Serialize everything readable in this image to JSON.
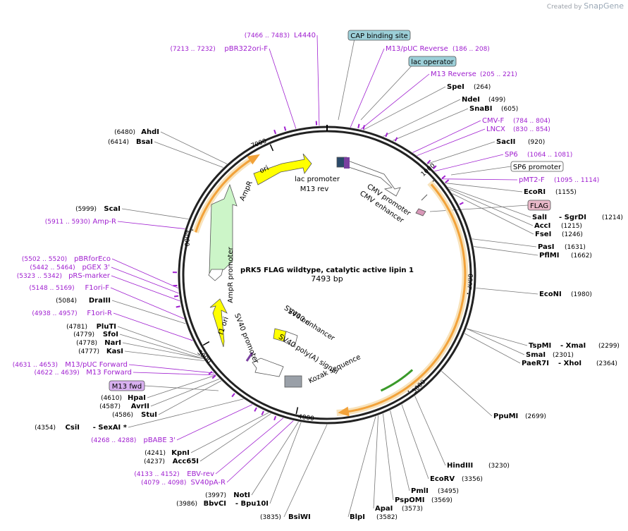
{
  "brand": {
    "prefix": "Created by",
    "name": "SnapGene"
  },
  "plasmid": {
    "name": "pRK5 FLAG wildtype, catalytic active lipin 1",
    "length_label": "7493 bp"
  },
  "ticks": [
    "1000",
    "2000",
    "3000",
    "4000",
    "5000",
    "6000",
    "7000"
  ],
  "boxed_features": [
    "CAP binding site",
    "lac operator",
    "SP6 promoter",
    "FLAG",
    "M13 fwd"
  ],
  "inner_features": [
    "lac promoter",
    "M13 rev",
    "CMV enhancer",
    "CMV promoter",
    "ori",
    "AmpR",
    "AmpR promoter",
    "f1 ori",
    "SV40 promoter",
    "SV40 ori",
    "SV40 enhancer",
    "SV40 poly(A) signal",
    "Kozak sequence"
  ],
  "right_labels": [
    {
      "range": "(186 .. 208)",
      "name": "M13/pUC Reverse",
      "type": "primer"
    },
    {
      "range": "(205 .. 221)",
      "name": "M13 Reverse",
      "type": "primer"
    },
    {
      "name": "SpeI",
      "pos": "(264)",
      "type": "enzyme"
    },
    {
      "name": "NdeI",
      "pos": "(499)",
      "type": "enzyme"
    },
    {
      "name": "SnaBI",
      "pos": "(605)",
      "type": "enzyme"
    },
    {
      "range": "(784 .. 804)",
      "name": "CMV-F",
      "type": "primer"
    },
    {
      "range": "(830 .. 854)",
      "name": "LNCX",
      "type": "primer"
    },
    {
      "name": "SacII",
      "pos": "(920)",
      "type": "enzyme"
    },
    {
      "range": "(1064 .. 1081)",
      "name": "SP6",
      "type": "primer"
    },
    {
      "range": "(1095 .. 1114)",
      "name": "pMT2-F",
      "type": "primer"
    },
    {
      "name": "EcoRI",
      "pos": "(1155)",
      "type": "enzyme"
    },
    {
      "name": "SalI",
      "extra": "SgrDI",
      "pos": "(1214)",
      "type": "enzyme"
    },
    {
      "name": "AccI",
      "pos": "(1215)",
      "type": "enzyme"
    },
    {
      "name": "FseI",
      "pos": "(1246)",
      "type": "enzyme"
    },
    {
      "name": "PasI",
      "pos": "(1631)",
      "type": "enzyme"
    },
    {
      "name": "PflMI",
      "pos": "(1662)",
      "type": "enzyme"
    },
    {
      "name": "EcoNI",
      "pos": "(1980)",
      "type": "enzyme"
    },
    {
      "name": "TspMI",
      "extra": "XmaI",
      "pos": "(2299)",
      "type": "enzyme"
    },
    {
      "name": "SmaI",
      "pos": "(2301)",
      "type": "enzyme"
    },
    {
      "name": "PaeR7I",
      "extra": "XhoI",
      "pos": "(2364)",
      "type": "enzyme"
    },
    {
      "name": "PpuMI",
      "pos": "(2699)",
      "type": "enzyme"
    },
    {
      "name": "HindIII",
      "pos": "(3230)",
      "type": "enzyme"
    },
    {
      "name": "EcoRV",
      "pos": "(3356)",
      "type": "enzyme"
    },
    {
      "name": "PmlI",
      "pos": "(3495)",
      "type": "enzyme"
    },
    {
      "name": "PspOMI",
      "pos": "(3569)",
      "type": "enzyme"
    },
    {
      "name": "ApaI",
      "pos": "(3573)",
      "type": "enzyme"
    },
    {
      "name": "BlpI",
      "pos": "(3582)",
      "type": "enzyme"
    },
    {
      "pos": "(3835)",
      "name": "BsiWI",
      "type": "enzyme"
    }
  ],
  "left_labels": [
    {
      "range": "(7466 .. 7483)",
      "name": "L4440",
      "type": "primer"
    },
    {
      "range": "(7213 .. 7232)",
      "name": "pBR322ori-F",
      "type": "primer"
    },
    {
      "pos": "(6480)",
      "name": "AhdI",
      "type": "enzyme"
    },
    {
      "pos": "(6414)",
      "name": "BsaI",
      "type": "enzyme"
    },
    {
      "pos": "(5999)",
      "name": "ScaI",
      "type": "enzyme"
    },
    {
      "range": "(5911 .. 5930)",
      "name": "Amp-R",
      "type": "primer"
    },
    {
      "range": "(5502 .. 5520)",
      "name": "pBRforEco",
      "type": "primer"
    },
    {
      "range": "(5442 .. 5464)",
      "name": "pGEX 3'",
      "type": "primer"
    },
    {
      "range": "(5323 .. 5342)",
      "name": "pRS-marker",
      "type": "primer"
    },
    {
      "range": "(5148 .. 5169)",
      "name": "F1ori-F",
      "type": "primer"
    },
    {
      "pos": "(5084)",
      "name": "DraIII",
      "type": "enzyme"
    },
    {
      "range": "(4938 .. 4957)",
      "name": "F1ori-R",
      "type": "primer"
    },
    {
      "pos": "(4781)",
      "name": "PluTI",
      "type": "enzyme"
    },
    {
      "pos": "(4779)",
      "name": "SfoI",
      "type": "enzyme"
    },
    {
      "pos": "(4778)",
      "name": "NarI",
      "type": "enzyme"
    },
    {
      "pos": "(4777)",
      "name": "KasI",
      "type": "enzyme"
    },
    {
      "range": "(4631 .. 4653)",
      "name": "M13/pUC Forward",
      "type": "primer"
    },
    {
      "range": "(4622 .. 4639)",
      "name": "M13 Forward",
      "type": "primer"
    },
    {
      "pos": "(4610)",
      "name": "HpaI",
      "type": "enzyme"
    },
    {
      "pos": "(4587)",
      "name": "AvrII",
      "type": "enzyme"
    },
    {
      "pos": "(4586)",
      "name": "StuI",
      "type": "enzyme"
    },
    {
      "pos": "(4354)",
      "name": "CsiI",
      "extra": "SexAI *",
      "type": "enzyme"
    },
    {
      "range": "(4268 .. 4288)",
      "name": "pBABE 3'",
      "type": "primer"
    },
    {
      "pos": "(4241)",
      "name": "KpnI",
      "type": "enzyme"
    },
    {
      "pos": "(4237)",
      "name": "Acc65I",
      "type": "enzyme"
    },
    {
      "range": "(4133 .. 4152)",
      "name": "EBV-rev",
      "type": "primer"
    },
    {
      "range": "(4079 .. 4098)",
      "name": "SV40pA-R",
      "type": "primer"
    },
    {
      "pos": "(3997)",
      "name": "NotI",
      "type": "enzyme"
    },
    {
      "pos": "(3986)",
      "name": "BbvCI",
      "extra": "Bpu10I",
      "type": "enzyme"
    }
  ],
  "colors": {
    "primer": "#a020d0",
    "enzyme": "#000000",
    "ori": "#ffff00",
    "ampr": "#ccf5c8",
    "insert": "#f2a23a",
    "cap_box": "#9ccfd8",
    "flag_box": "#e8b8c8",
    "m13_box": "#d8b0f0"
  }
}
